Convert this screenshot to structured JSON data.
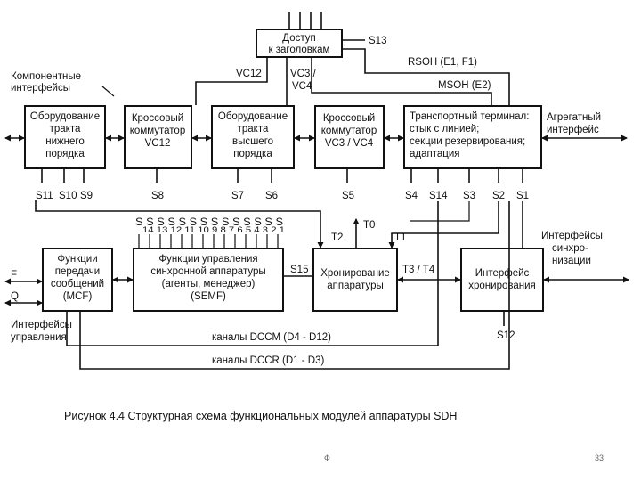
{
  "blocks": {
    "header_access": [
      "Доступ",
      "к заголовкам"
    ],
    "low_order_path": [
      "Оборудование",
      "тракта",
      "нижнего",
      "порядка"
    ],
    "cross_vc12": [
      "Кроссовый",
      "коммутатор",
      "VC12"
    ],
    "high_order_path": [
      "Оборудование",
      "тракта",
      "высшего",
      "порядка"
    ],
    "cross_vc3_vc4": [
      "Кроссовый",
      "коммутатор",
      "VC3 / VC4"
    ],
    "transport_terminal": [
      "Транспортный терминал:",
      "стык с линией;",
      "секции резервирования;",
      "адаптация"
    ],
    "mcf": [
      "Функции",
      "передачи",
      "сообщений",
      "(MCF)"
    ],
    "semf": [
      "Функции управления",
      "синхронной аппаратуры",
      "(агенты, менеджер)",
      "(SEMF)"
    ],
    "timing": [
      "Хронирование",
      "аппаратуры"
    ],
    "timing_interface": [
      "Интерфейс",
      "хронирования"
    ]
  },
  "labels": {
    "s13": "S13",
    "rsoh": "RSOH (E1, F1)",
    "msoh": "MSOH (E2)",
    "vc12": "VC12",
    "vc3_vc4": [
      "VC3 /",
      "VC4"
    ],
    "component_if": [
      "Компонентные",
      "интерфейсы"
    ],
    "aggregate_if": [
      "Агрегатный",
      "интерфейс"
    ],
    "s11": "S11",
    "s10": "S10",
    "s9": "S9",
    "s8": "S8",
    "s7": "S7",
    "s6": "S6",
    "s5": "S5",
    "s4": "S4",
    "s14": "S14",
    "s3": "S3",
    "s2": "S2",
    "s1": "S1",
    "s_series": "S S S S S S S S S S S S S S",
    "s_subscripts": "14 13 12 11 10 9 8 7 6 5 4 3 2 1",
    "t0": "T0",
    "t1": "T1",
    "t2": "T2",
    "t3_t4": "T3 / T4",
    "s15": "S15",
    "s12": "S12",
    "sync_if": [
      "Интерфейсы",
      "синхро-",
      "низации"
    ],
    "f": "F",
    "q": "Q",
    "mgmt_if": [
      "Интерфейсы",
      "управления"
    ],
    "dccm": "каналы DCCM (D4 - D12)",
    "dccr": "каналы DCCR (D1 - D3)"
  },
  "caption": "Рисунок 4.4 Структурная схема функциональных модулей аппаратуры SDH",
  "footer": {
    "mark": "Ф",
    "page": "33"
  }
}
